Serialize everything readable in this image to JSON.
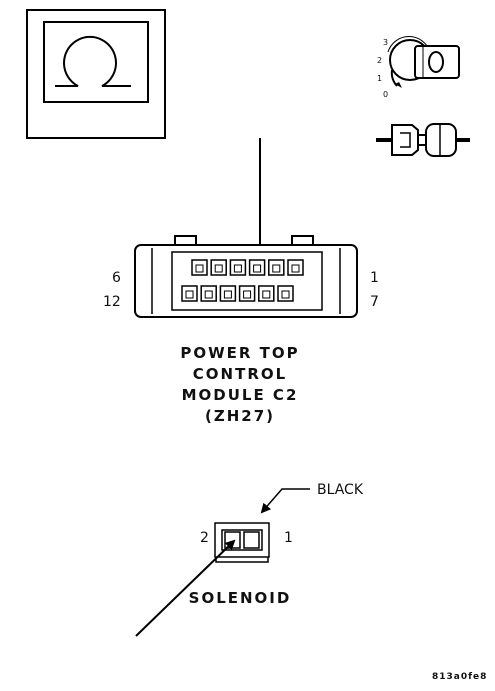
{
  "connector": {
    "title_lines": [
      "POWER TOP",
      "CONTROL",
      "MODULE C2",
      "(ZH27)"
    ],
    "pin_labels": {
      "top_left": "6",
      "bottom_left": "12",
      "top_right": "1",
      "bottom_right": "7"
    }
  },
  "ignition": {
    "positions": [
      "3",
      "2",
      "1",
      "0"
    ]
  },
  "solenoid": {
    "title": "SOLENOID",
    "color_label": "BLACK",
    "pin_left": "2",
    "pin_right": "1"
  },
  "figure_code": "813a0fe8",
  "icons": [
    "ohm-meter-icon",
    "ignition-key-icon",
    "connector-disconnect-icon"
  ]
}
